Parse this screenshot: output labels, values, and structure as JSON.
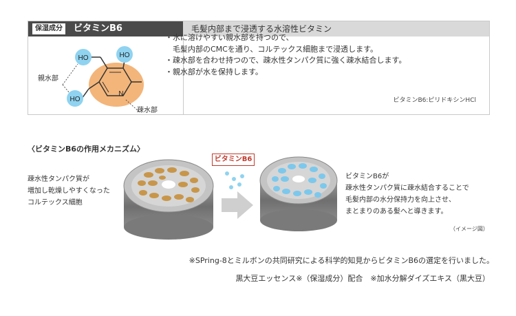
{
  "header": {
    "tag": "保湿成分",
    "title": "ビタミンB6",
    "right_title": "毛髪内部まで浸透する水溶性ビタミン"
  },
  "molecule": {
    "ho_label": "HO",
    "n_label": "N",
    "hydrophilic_label": "親水部",
    "hydrophobic_label": "疎水部"
  },
  "bullets": [
    "・水に溶けやすい親水部を持つので、",
    "　毛髪内部のCMCを通り、コルテックス細胞まで浸透します。",
    "・疎水部を合わせ持つので、疎水性タンパク質に強く疎水結合します。",
    "・親水部が水を保持します。"
  ],
  "formula_note": "ビタミンB6:ピリドキシンHCl",
  "mechanism": {
    "title": "〈ビタミンB6の作用メカニズム〉",
    "left_text": [
      "疎水性タンパク質が",
      "増加し乾燥しやすくなった",
      "コルテックス細胞"
    ],
    "badge": "ビタミンB6",
    "right_text": [
      "ビタミンB6が",
      "疎水性タンパク質に疎水結合することで",
      "毛髪内部の水分保持力を向上させ、",
      "まとまりのある髪へと導きます。"
    ],
    "image_note": "（イメージ図）"
  },
  "footer": {
    "line1": "※SPring-8とミルボンの共同研究による科学的知見からビタミンB6の選定を行いました。",
    "line2": "黒大豆エッセンス※（保湿成分）配合　※加水分解ダイズエキス（黒大豆）"
  },
  "colors": {
    "header_dark": "#4a4a4a",
    "header_light": "#d9d9d9",
    "hydrophilic_blue": "#8fd3f0",
    "hydrophobic_orange": "#f3b57a",
    "badge_red": "#c0392b",
    "cell_brown": "#c8964a",
    "cell_blue": "#7cc8ec"
  }
}
